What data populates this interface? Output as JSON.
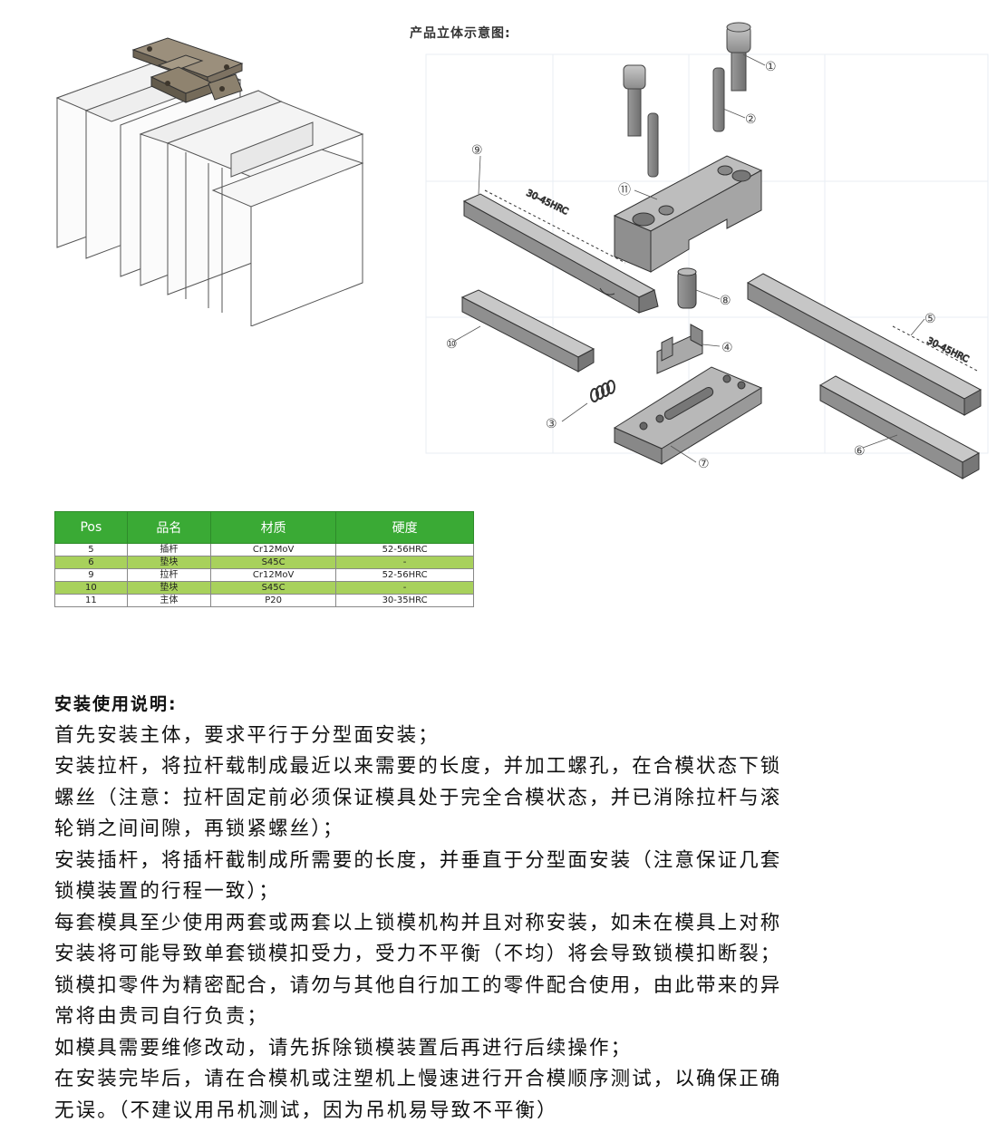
{
  "diagram": {
    "title": "产品立体示意图:",
    "hardness_note": "30-45HRC",
    "callouts": [
      "①",
      "②",
      "③",
      "④",
      "⑤",
      "⑥",
      "⑦",
      "⑧",
      "⑨",
      "⑩",
      "⑪"
    ]
  },
  "table": {
    "headers": [
      "Pos",
      "品名",
      "材质",
      "硬度"
    ],
    "rows": [
      [
        "5",
        "插杆",
        "Cr12MoV",
        "52-56HRC"
      ],
      [
        "6",
        "垫块",
        "S45C",
        "-"
      ],
      [
        "9",
        "拉杆",
        "Cr12MoV",
        "52-56HRC"
      ],
      [
        "10",
        "垫块",
        "S45C",
        "-"
      ],
      [
        "11",
        "主体",
        "P20",
        "30-35HRC"
      ]
    ],
    "header_color": "#3aaa35",
    "alt_row_color": "#a8d15c"
  },
  "instructions": {
    "heading": "安装使用说明:",
    "lines": [
      "首先安装主体，要求平行于分型面安装；",
      "安装拉杆，将拉杆载制成最近以来需要的长度，并加工螺孔，在合模状态下锁",
      "螺丝（注意：拉杆固定前必须保证模具处于完全合模状态，并已消除拉杆与滚",
      "轮销之间间隙，再锁紧螺丝）；",
      "安装插杆，将插杆截制成所需要的长度，并垂直于分型面安装（注意保证几套",
      "锁模装置的行程一致）；",
      "每套模具至少使用两套或两套以上锁模机构并且对称安装，如未在模具上对称",
      "安装将可能导致单套锁模扣受力，受力不平衡（不均）将会导致锁模扣断裂；",
      "锁模扣零件为精密配合，请勿与其他自行加工的零件配合使用，由此带来的异",
      "常将由贵司自行负责；",
      "如模具需要维修改动，请先拆除锁模装置后再进行后续操作；",
      "在安装完毕后，请在合模机或注塑机上慢速进行开合模顺序测试，以确保正确",
      "无误。（不建议用吊机测试，因为吊机易导致不平衡）"
    ]
  }
}
